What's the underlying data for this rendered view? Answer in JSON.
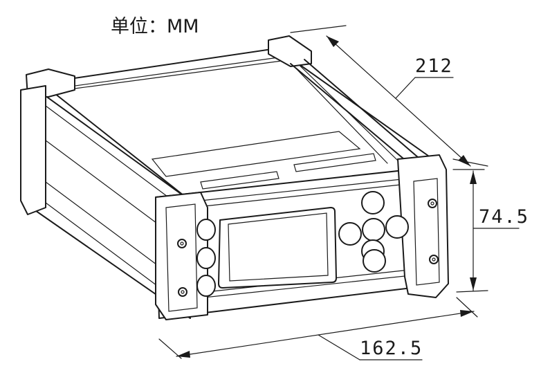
{
  "unit_label": "单位：MM",
  "dimensions": {
    "depth": "212",
    "height": "74.5",
    "width": "162.5"
  },
  "device": {
    "left_buttons": 3,
    "right_keypad_buttons": 6
  }
}
